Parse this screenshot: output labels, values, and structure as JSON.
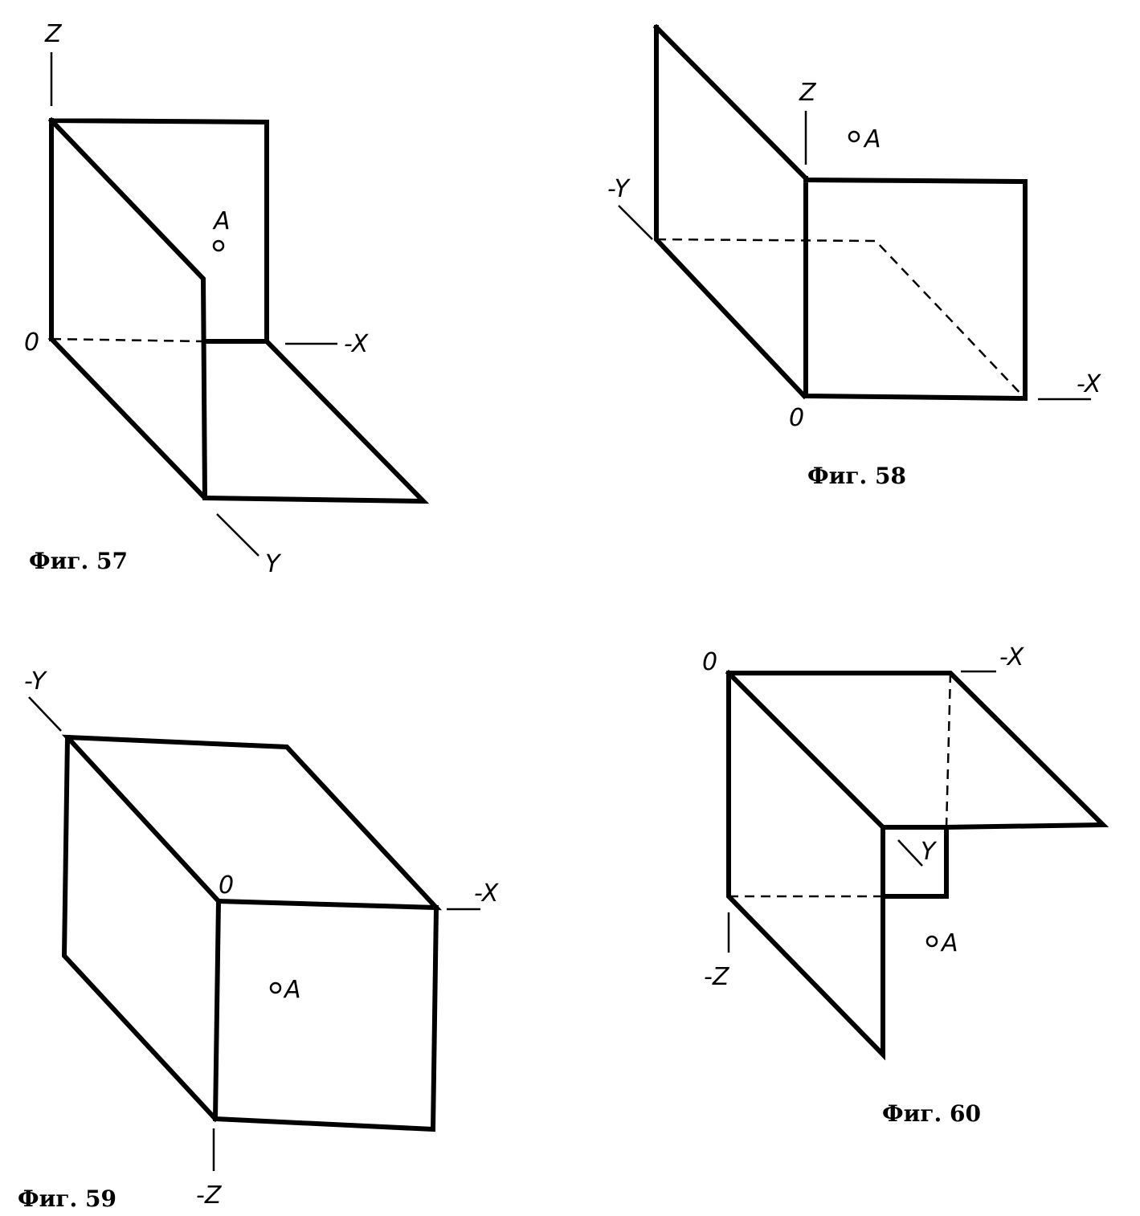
{
  "figures": [
    {
      "caption": "Фиг. 57",
      "axis_labels": {
        "z": "Z",
        "origin": "0",
        "x": "-X",
        "y": "Y"
      },
      "point_label": "A"
    },
    {
      "caption": "Фиг. 58",
      "axis_labels": {
        "z": "Z",
        "origin": "0",
        "x": "-X",
        "y": "-Y"
      },
      "point_label": "A"
    },
    {
      "caption": "Фиг. 59",
      "axis_labels": {
        "y": "-Y",
        "origin": "0",
        "x": "-X",
        "z": "-Z"
      },
      "point_label": "A"
    },
    {
      "caption": "Фиг. 60",
      "axis_labels": {
        "origin": "0",
        "x": "-X",
        "y": "Y",
        "z": "-Z"
      },
      "point_label": "A"
    }
  ]
}
